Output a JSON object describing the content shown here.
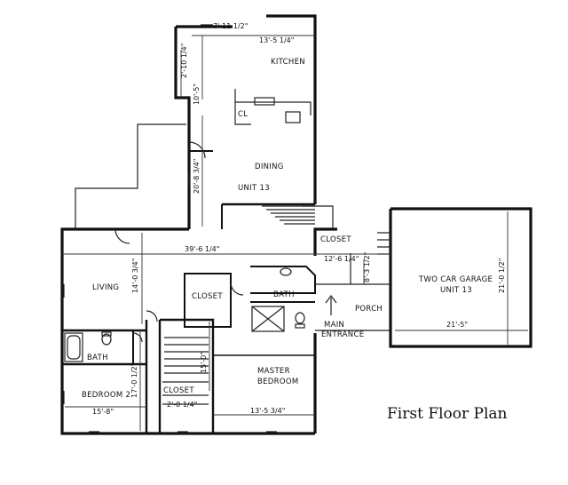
{
  "caption": "First Floor Plan",
  "rooms": {
    "kitchen": "KITCHEN",
    "dining": "DINING",
    "unit_tag": "UNIT 13",
    "living": "LIVING",
    "closet": "CLOSET",
    "bath_center": "BATH",
    "master_line1": "MASTER",
    "master_line2": "BEDROOM",
    "bath_left": "BATH",
    "bedroom2": "BEDROOM 2",
    "closet_small": "CLOSET",
    "porch": "PORCH",
    "entrance_line1": "MAIN",
    "entrance_line2": "ENTRANCE",
    "garage_line1": "TWO CAR GARAGE",
    "garage_line2": "UNIT 13",
    "closet_bottom": "CLOSET",
    "cl": "CL"
  },
  "dimensions": {
    "kitchen_top": "7'-11 1/2\"",
    "kitchen_width": "13'-5 1/4\"",
    "kitchen_small": "2'-10 1/4\"",
    "kitchen_depth": "10'-5\"",
    "dining_depth": "20'-8 3/4\"",
    "main_width": "39'-6 1/4\"",
    "living_depth": "14'-0 3/4\"",
    "bedroom2_depth": "17'-0 1/2\"",
    "bedroom2_width": "15'-8\"",
    "hall_depth": "15'-0\"",
    "closet_small": "2'-0 1/4\"",
    "master_width": "13'-5 3/4\"",
    "porch_width": "12'-6 1/4\"",
    "porch_depth": "8'-3 1/2\"",
    "garage_depth": "21'-0 1/2\"",
    "garage_width": "21'-5\""
  }
}
